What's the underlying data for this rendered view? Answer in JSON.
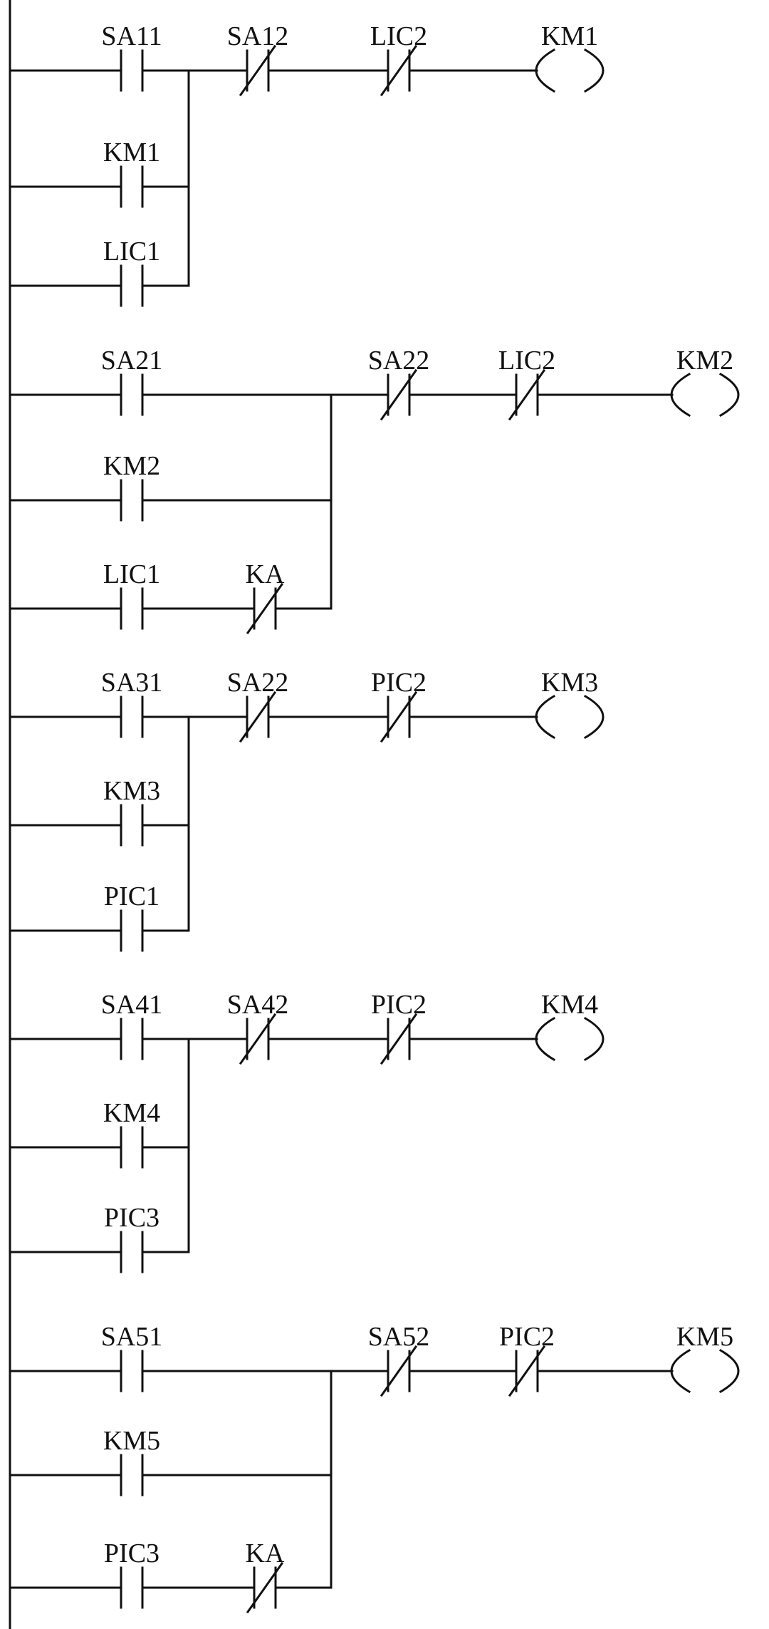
{
  "diagram_type": "plc-ladder-logic",
  "colors": {
    "line": "#111111",
    "background": "#ffffff"
  },
  "rungs": [
    {
      "main_contacts": [
        {
          "label": "SA11",
          "type": "NO"
        },
        {
          "label": "SA12",
          "type": "NC"
        },
        {
          "label": "LIC2",
          "type": "NC"
        }
      ],
      "coil": {
        "label": "KM1"
      },
      "branches": [
        {
          "contacts": [
            {
              "label": "KM1",
              "type": "NO"
            }
          ]
        },
        {
          "contacts": [
            {
              "label": "LIC1",
              "type": "NO"
            }
          ]
        }
      ]
    },
    {
      "main_contacts": [
        {
          "label": "SA21",
          "type": "NO"
        },
        {
          "label": "SA22",
          "type": "NC"
        },
        {
          "label": "LIC2",
          "type": "NC"
        }
      ],
      "coil": {
        "label": "KM2"
      },
      "branches": [
        {
          "contacts": [
            {
              "label": "KM2",
              "type": "NO"
            }
          ]
        },
        {
          "contacts": [
            {
              "label": "LIC1",
              "type": "NO"
            },
            {
              "label": "KA",
              "type": "NC"
            }
          ]
        }
      ]
    },
    {
      "main_contacts": [
        {
          "label": "SA31",
          "type": "NO"
        },
        {
          "label": "SA22",
          "type": "NC"
        },
        {
          "label": "PIC2",
          "type": "NC"
        }
      ],
      "coil": {
        "label": "KM3"
      },
      "branches": [
        {
          "contacts": [
            {
              "label": "KM3",
              "type": "NO"
            }
          ]
        },
        {
          "contacts": [
            {
              "label": "PIC1",
              "type": "NO"
            }
          ]
        }
      ]
    },
    {
      "main_contacts": [
        {
          "label": "SA41",
          "type": "NO"
        },
        {
          "label": "SA42",
          "type": "NC"
        },
        {
          "label": "PIC2",
          "type": "NC"
        }
      ],
      "coil": {
        "label": "KM4"
      },
      "branches": [
        {
          "contacts": [
            {
              "label": "KM4",
              "type": "NO"
            }
          ]
        },
        {
          "contacts": [
            {
              "label": "PIC3",
              "type": "NO"
            }
          ]
        }
      ]
    },
    {
      "main_contacts": [
        {
          "label": "SA51",
          "type": "NO"
        },
        {
          "label": "SA52",
          "type": "NC"
        },
        {
          "label": "PIC2",
          "type": "NC"
        }
      ],
      "coil": {
        "label": "KM5"
      },
      "branches": [
        {
          "contacts": [
            {
              "label": "KM5",
              "type": "NO"
            }
          ]
        },
        {
          "contacts": [
            {
              "label": "PIC3",
              "type": "NO"
            },
            {
              "label": "KA",
              "type": "NC"
            }
          ]
        }
      ]
    }
  ]
}
